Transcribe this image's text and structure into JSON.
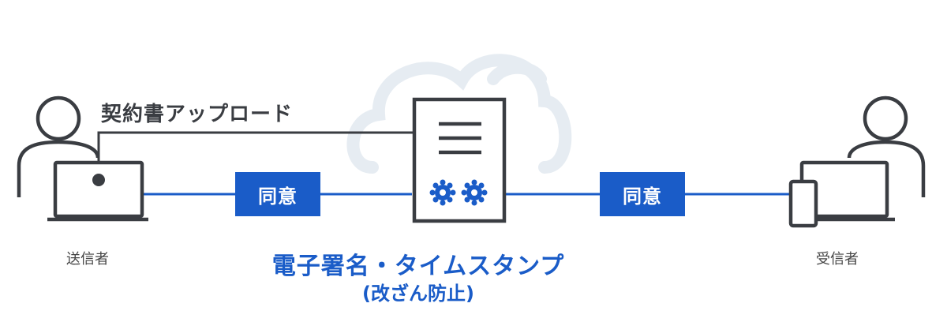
{
  "labels": {
    "upload": "契約書アップロード",
    "sender": "送信者",
    "receiver": "受信者",
    "signature": "電子署名・タイムスタンプ",
    "tamper": "(改ざん防止)",
    "agree_left": "同意",
    "agree_right": "同意"
  },
  "colors": {
    "accent": "#1a5cc8",
    "outline": "#3a3d42",
    "cloud": "#e6ecf2"
  },
  "icons": [
    "cloud-icon",
    "document-icon",
    "seal-icon",
    "sender-person-icon",
    "receiver-person-icon",
    "laptop-icon",
    "smartphone-icon"
  ]
}
